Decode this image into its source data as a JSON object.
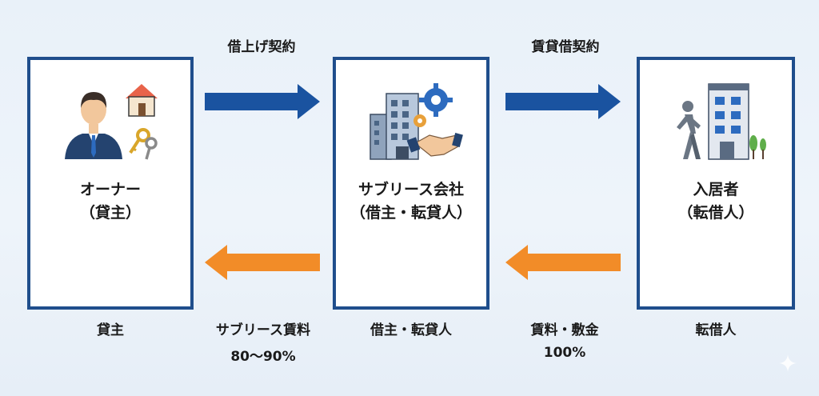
{
  "contract_labels": {
    "master_lease": "借上げ契約",
    "sublease": "賃貸借契約"
  },
  "nodes": {
    "owner": {
      "name": "オーナー",
      "role": "（貸主）",
      "caption": "貸主",
      "icon": "businessman-house-key-icon"
    },
    "sublease_company": {
      "name": "サブリース会社",
      "role": "（借主・転貸人）",
      "caption": "借主・転貸人",
      "icon": "office-building-gear-handshake-icon"
    },
    "tenant": {
      "name": "入居者",
      "role": "（転借人）",
      "caption": "転借人",
      "icon": "walking-person-building-icon"
    }
  },
  "payments": {
    "to_owner": {
      "label": "サブリース賃料",
      "value": "80〜90%"
    },
    "to_company": {
      "label": "賃料・敷金",
      "value": "100%"
    }
  },
  "colors": {
    "border": "#1f4e8c",
    "contract_arrow": "#1a53a0",
    "payment_arrow": "#f28c28",
    "background": "#eaf1f9"
  }
}
